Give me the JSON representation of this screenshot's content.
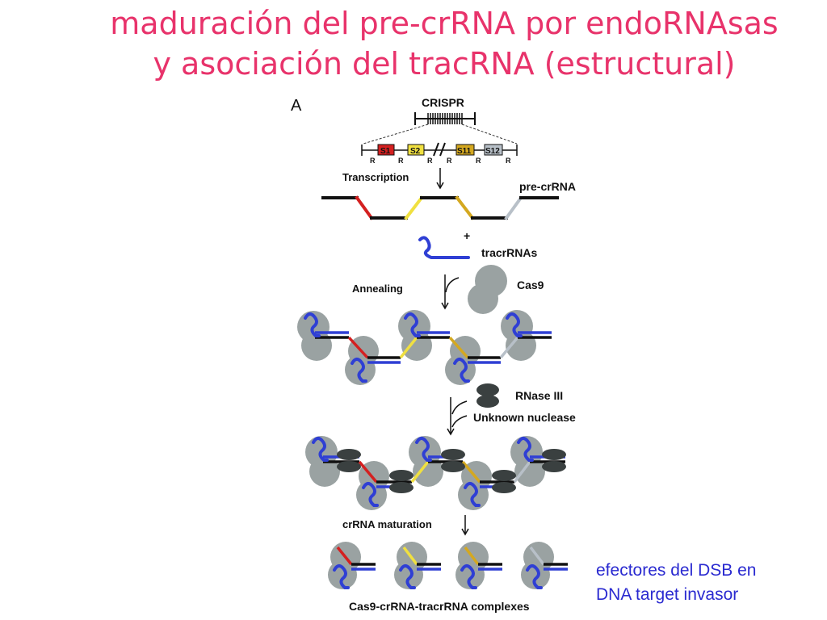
{
  "title": {
    "line1": "maduración del pre-crRNA por endoRNAsas",
    "line2": "y asociación del tracRNA (estructural)"
  },
  "diagram": {
    "panel_label": "A",
    "crispr_label": "CRISPR",
    "repeat_label": "R",
    "spacers": [
      "S1",
      "S2",
      "S11",
      "S12"
    ],
    "transcription_label": "Transcription",
    "pre_crrna_label": "pre-crRNA",
    "plus_label": "+",
    "tracrrnas_label": "tracrRNAs",
    "annealing_label": "Annealing",
    "cas9_label": "Cas9",
    "rnase_label": "RNase III",
    "unknown_nuclease_label": "Unknown nuclease",
    "maturation_label": "crRNA maturation",
    "complexes_label": "Cas9-crRNA-tracrRNA complexes"
  },
  "caption": {
    "line1": "efectores del DSB en",
    "line2": "DNA target invasor"
  },
  "colors": {
    "title": "#e8336b",
    "caption": "#2a2ad0",
    "s1": "#d42020",
    "s2": "#f0e040",
    "s11": "#d4a820",
    "s12": "#b8c0c8",
    "tracr": "#2f3fd4",
    "cas9": "#9aa2a2",
    "rnase": "#3a4040"
  }
}
